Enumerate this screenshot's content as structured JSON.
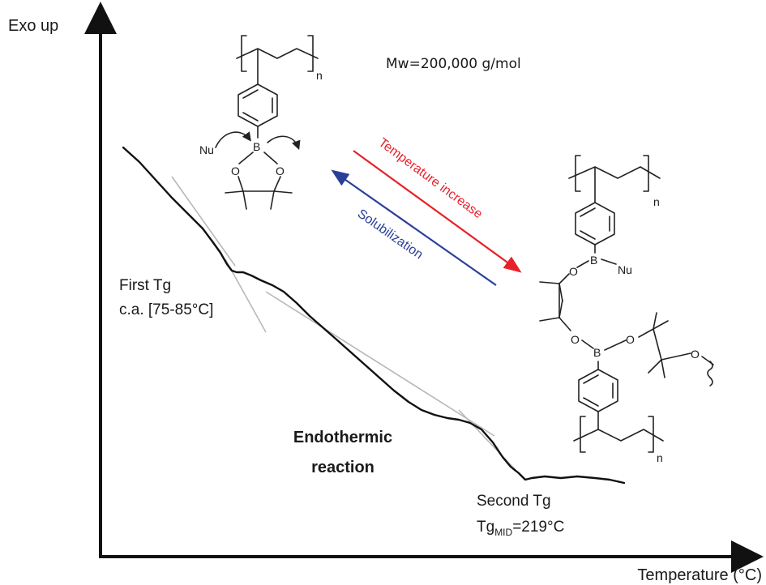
{
  "axes": {
    "y_label": "Exo up",
    "x_label": "Temperature (°C)"
  },
  "annotations": {
    "first_tg_line1": "First Tg",
    "first_tg_line2": "c.a. [75-85°C]",
    "endothermic_line1": "Endothermic",
    "endothermic_line2": "reaction",
    "second_tg_line1": "Second Tg",
    "second_tg_prefix": "Tg",
    "second_tg_subscript": "MID",
    "second_tg_value": "=219°C",
    "molecular_weight": "Mw=200,000 g/mol"
  },
  "arrows": {
    "forward_label": "Temperature increase",
    "forward_color": "#e8202a",
    "reverse_label": "Solubilization",
    "reverse_color": "#2a3f9a"
  },
  "chemistry": {
    "atom_nu": "Nu",
    "atom_b": "B",
    "atom_o": "O",
    "repeat_n": "n"
  },
  "colors": {
    "curve": "#111111",
    "tangent": "#b8b8b8",
    "axis": "#111111"
  }
}
